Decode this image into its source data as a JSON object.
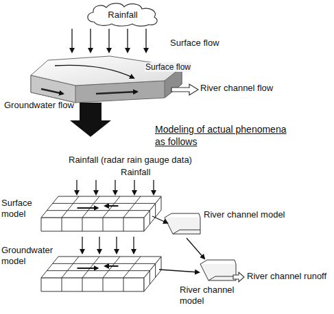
{
  "diagram": {
    "nodes": [
      {
        "text": [
          "Rainfall"
        ]
      }
    ],
    "labels": [
      "Surface flow",
      "Surface flow",
      "River channel flow",
      "Groundwater flow",
      "Modeling of actual phenomena as follows",
      "Rainfall (radar rain gauge data)",
      "Rainfall",
      "Surface model",
      "River channel model",
      "Groundwater model",
      "River channel model",
      "River channel runoff"
    ]
  }
}
